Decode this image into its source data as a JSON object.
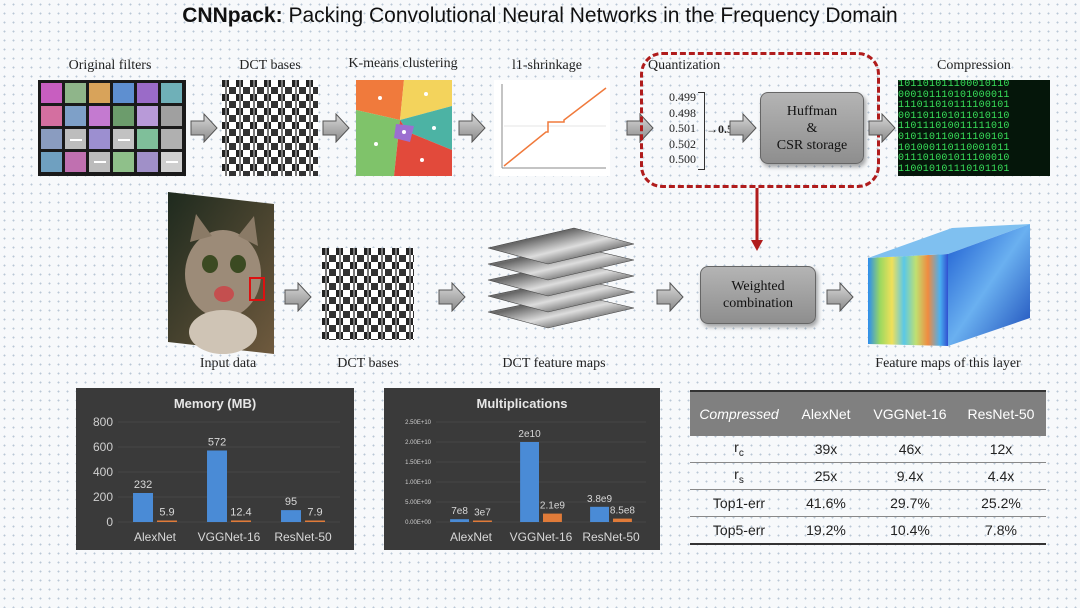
{
  "title": {
    "bold": "CNNpack:",
    "rest": " Packing Convolutional Neural Networks in the Frequency Domain"
  },
  "labels": {
    "original_filters": "Original filters",
    "dct_bases_top": "DCT bases",
    "kmeans": "K-means clustering",
    "l1_shrinkage": "l1-shrinkage",
    "quantization": "Quantization",
    "compression": "Compression",
    "input_data": "Input data",
    "dct_bases_bottom": "DCT bases",
    "dct_feature_maps": "DCT feature maps",
    "feature_maps_layer": "Feature maps of this layer"
  },
  "quantization": {
    "values": [
      "0.499",
      "0.498",
      "0.501",
      "0.502",
      "0.500"
    ],
    "result": "0.5"
  },
  "boxes": {
    "huffman": [
      "Huffman",
      "&",
      "CSR storage"
    ],
    "weighted": [
      "Weighted",
      "combination"
    ]
  },
  "binary_lines": [
    "101101011100010110",
    "000101110101000011",
    "111011010111100101",
    "001101101011010110",
    "110111010011111010",
    "010110110011100101",
    "101000110110001011",
    "011101001011100010",
    "110010101110101101"
  ],
  "chart_data": [
    {
      "type": "bar",
      "title": "Memory (MB)",
      "categories": [
        "AlexNet",
        "VGGNet-16",
        "ResNet-50"
      ],
      "ylim": [
        0,
        800
      ],
      "yticks": [
        "0",
        "200",
        "400",
        "600",
        "800"
      ],
      "series": [
        {
          "values": [
            232,
            572,
            95
          ],
          "labels": [
            "232",
            "572",
            "95"
          ],
          "color": "#4a8bd6"
        },
        {
          "values": [
            5.9,
            12.4,
            7.9
          ],
          "labels": [
            "5.9",
            "12.4",
            "7.9"
          ],
          "color": "#e07b39"
        }
      ]
    },
    {
      "type": "bar",
      "title": "Multiplications",
      "categories": [
        "AlexNet",
        "VGGNet-16",
        "ResNet-50"
      ],
      "ylim": [
        0,
        25000000000
      ],
      "yticks": [
        "0.00E+00",
        "5.00E+09",
        "1.00E+10",
        "1.50E+10",
        "2.00E+10",
        "2.50E+10"
      ],
      "series": [
        {
          "values": [
            700000000,
            20000000000,
            3800000000
          ],
          "labels": [
            "7e8",
            "2e10",
            "3.8e9"
          ],
          "color": "#4a8bd6"
        },
        {
          "values": [
            30000000,
            2100000000,
            850000000
          ],
          "labels": [
            "3e7",
            "2.1e9",
            "8.5e8"
          ],
          "color": "#e07b39"
        }
      ]
    }
  ],
  "table": {
    "header": [
      "Compressed",
      "AlexNet",
      "VGGNet-16",
      "ResNet-50"
    ],
    "rows": [
      {
        "label": "r",
        "sub": "c",
        "values": [
          "39x",
          "46x",
          "12x"
        ]
      },
      {
        "label": "r",
        "sub": "s",
        "values": [
          "25x",
          "9.4x",
          "4.4x"
        ]
      },
      {
        "label": "Top1-err",
        "sub": "",
        "values": [
          "41.6%",
          "29.7%",
          "25.2%"
        ]
      },
      {
        "label": "Top5-err",
        "sub": "",
        "values": [
          "19.2%",
          "10.4%",
          "7.8%"
        ]
      }
    ]
  },
  "colors": {
    "bar_primary": "#4a8bd6",
    "bar_secondary": "#e07b39",
    "dashed_box": "#b01c1c",
    "arrow_down": "#b01c1c"
  }
}
